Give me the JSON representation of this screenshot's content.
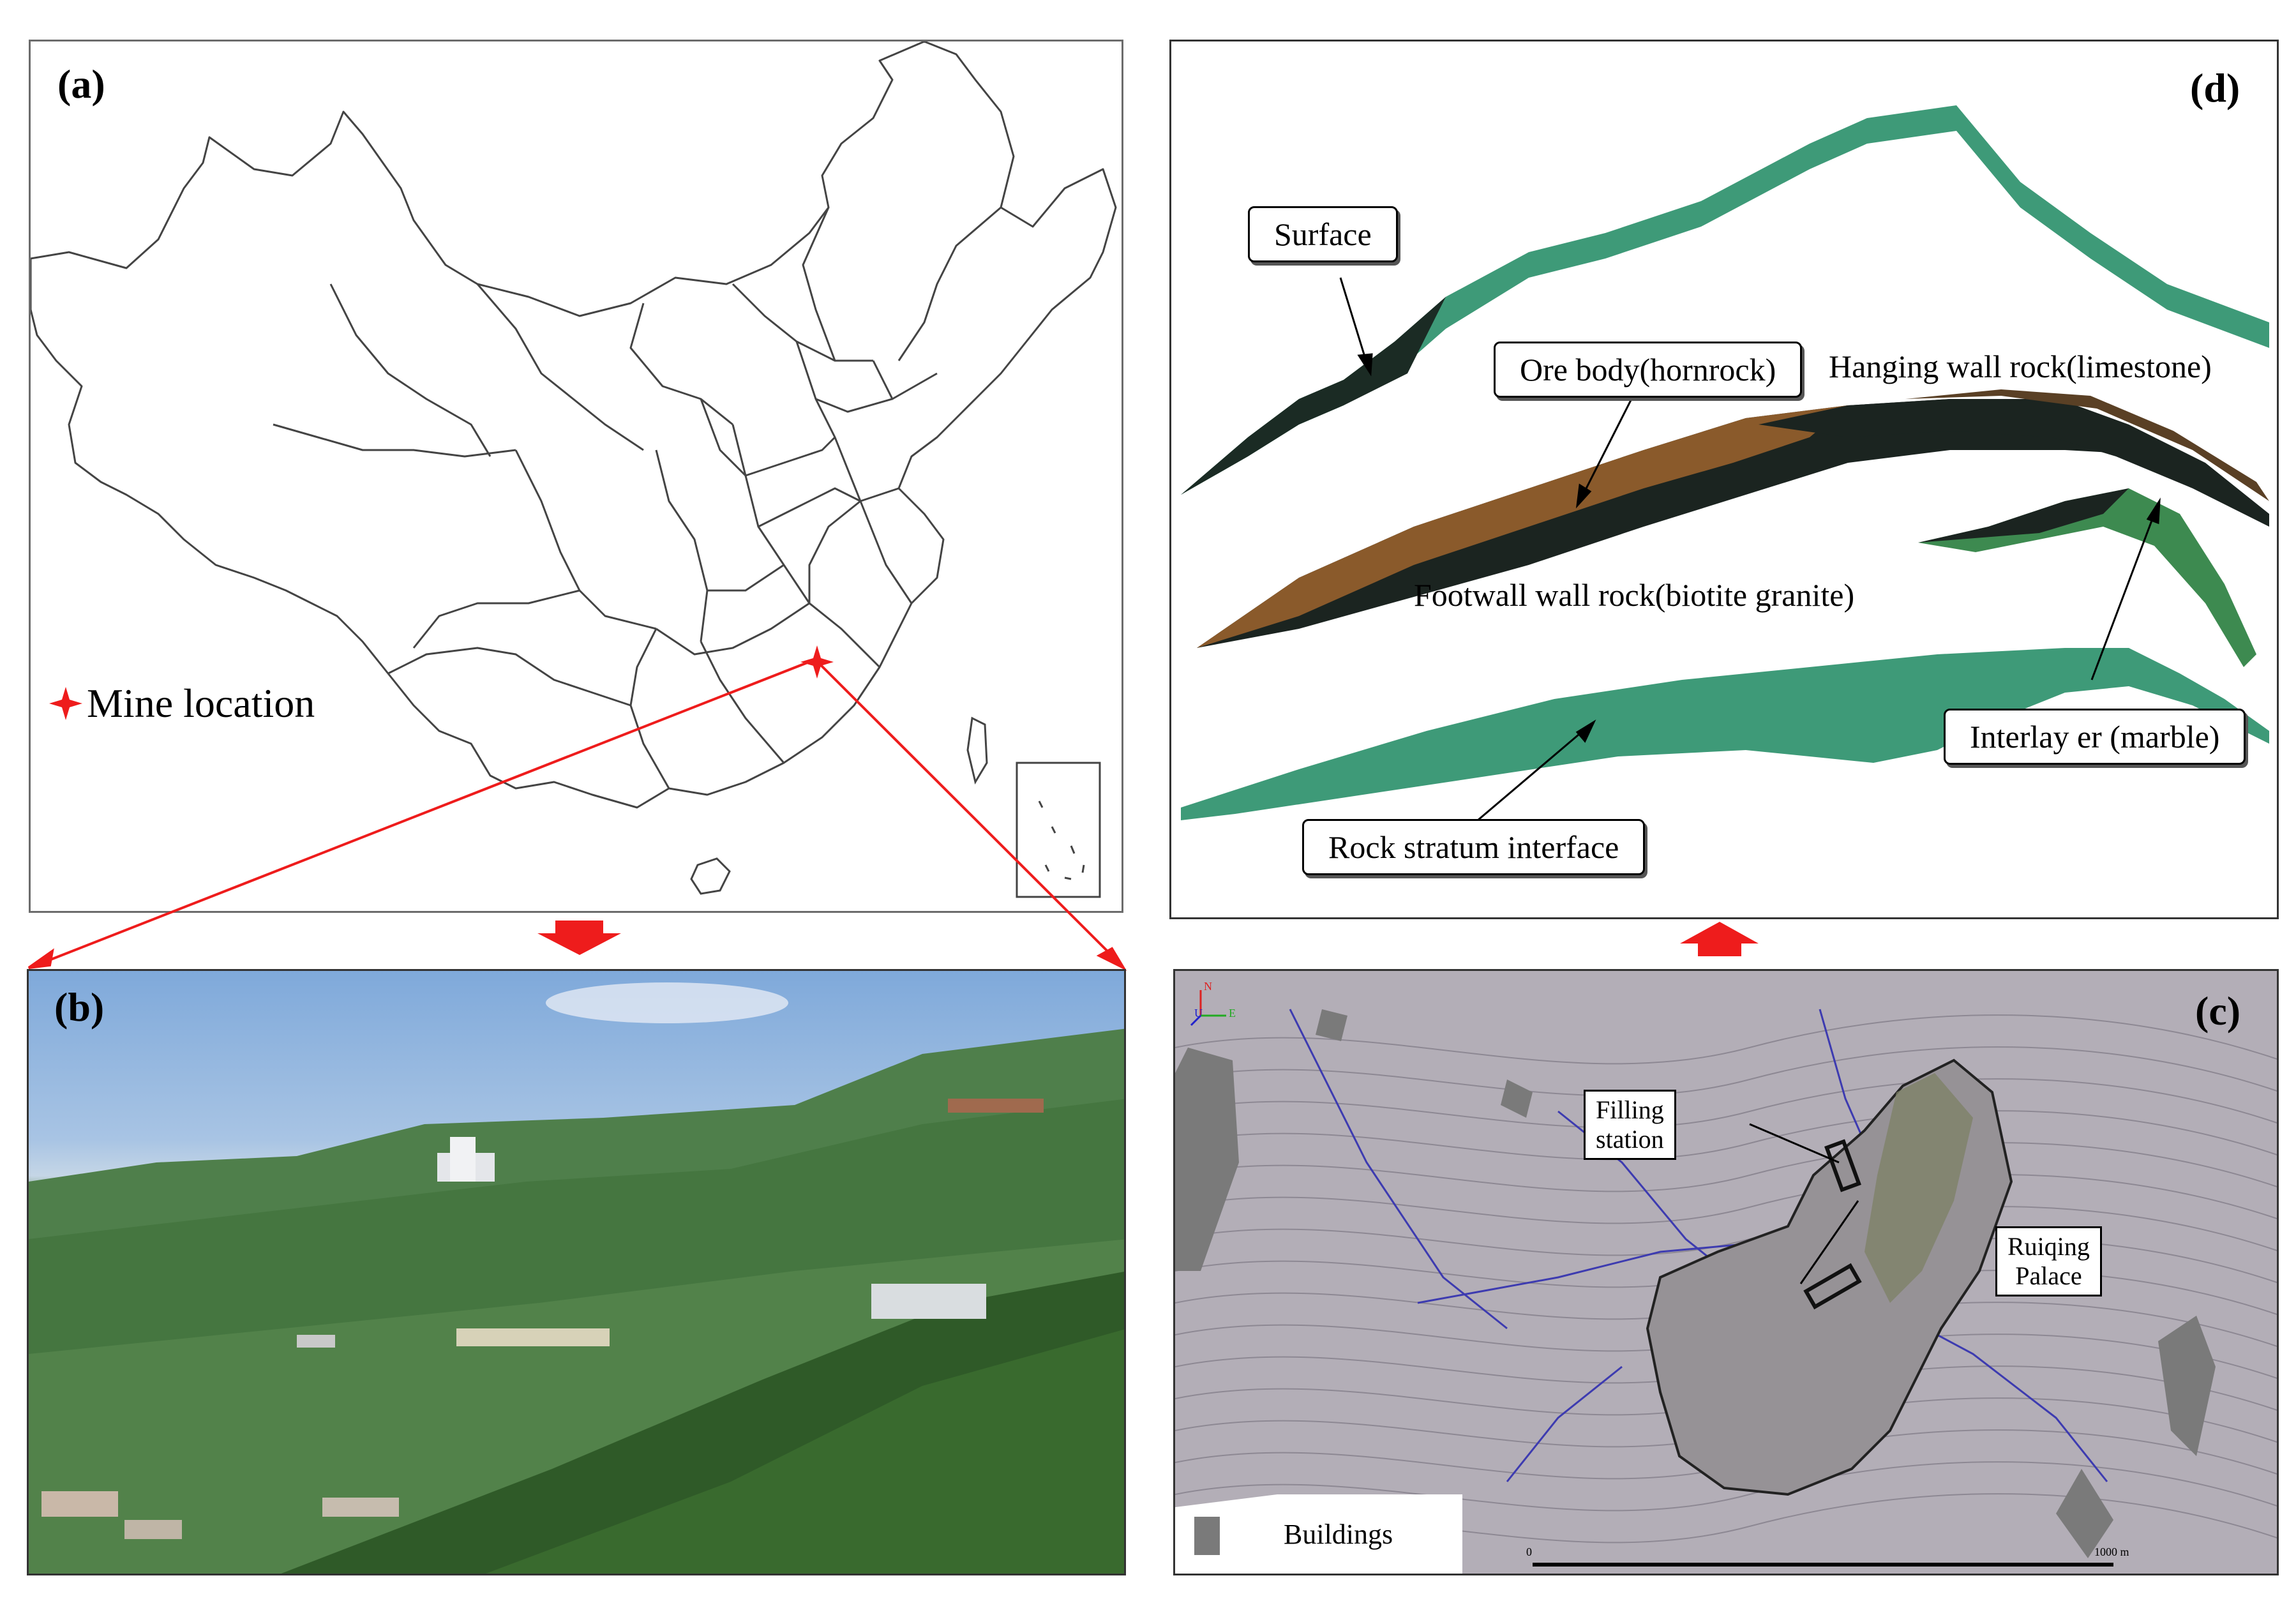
{
  "panels": {
    "a": {
      "letter": "(a)",
      "legend_label": "Mine location",
      "marker_icon": "red-star-icon"
    },
    "b": {
      "letter": "(b)"
    },
    "c": {
      "letter": "(c)",
      "labels": {
        "filling_station": [
          "Filling",
          "station"
        ],
        "ruiqing_palace": [
          "Ruiqing",
          "Palace"
        ]
      },
      "legend_label": "Buildings",
      "scale_start": "0",
      "scale_end": "1000 m",
      "north_arrow_labels": [
        "N",
        "E",
        "U"
      ]
    },
    "d": {
      "letter": "(d)",
      "labels": {
        "surface": "Surface",
        "ore_body": "Ore body(hornrock)",
        "hanging_wall": "Hanging wall rock(limestone)",
        "footwall": "Footwall wall rock(biotite granite)",
        "interlayer": "Interlay er (marble)",
        "rock_stratum": "Rock stratum interface"
      }
    }
  },
  "colors": {
    "highlight_red": "#ee1c1c",
    "rock_green": "#3e9a78",
    "dark_rock": "#1b2420",
    "ore_brown": "#8a5a2b",
    "map_grey": "#b2adb6",
    "sky_blue": "#7ea8d9",
    "vegetation_green": "#3f7c3a"
  }
}
